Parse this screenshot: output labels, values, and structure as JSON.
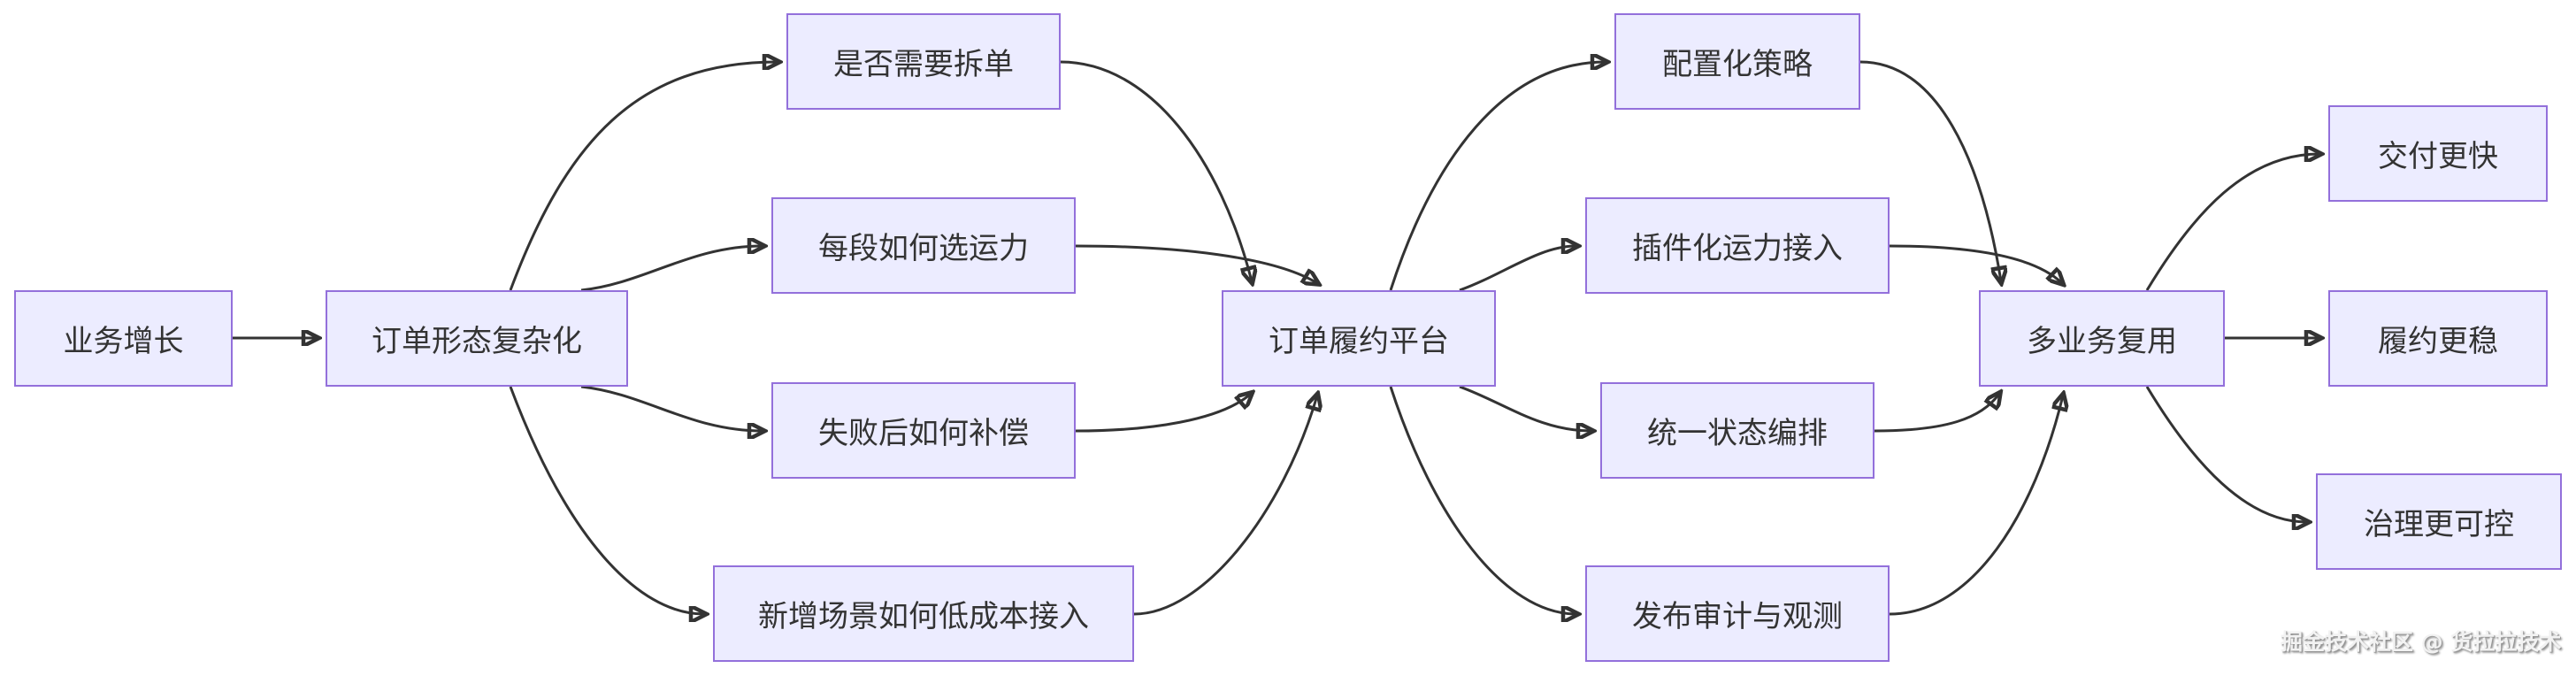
{
  "diagram": {
    "type": "flowchart-left-to-right",
    "nodes": [
      {
        "id": "growth",
        "label": "业务增长"
      },
      {
        "id": "complexity",
        "label": "订单形态复杂化"
      },
      {
        "id": "split",
        "label": "是否需要拆单"
      },
      {
        "id": "carrier",
        "label": "每段如何选运力"
      },
      {
        "id": "compensate",
        "label": "失败后如何补偿"
      },
      {
        "id": "new-scene",
        "label": "新增场景如何低成本接入"
      },
      {
        "id": "platform",
        "label": "订单履约平台"
      },
      {
        "id": "config",
        "label": "配置化策略"
      },
      {
        "id": "plugin",
        "label": "插件化运力接入"
      },
      {
        "id": "state",
        "label": "统一状态编排"
      },
      {
        "id": "audit",
        "label": "发布审计与观测"
      },
      {
        "id": "reuse",
        "label": "多业务复用"
      },
      {
        "id": "faster",
        "label": "交付更快"
      },
      {
        "id": "stabler",
        "label": "履约更稳"
      },
      {
        "id": "controllable",
        "label": "治理更可控"
      }
    ],
    "edges": [
      {
        "from": "growth",
        "to": "complexity"
      },
      {
        "from": "complexity",
        "to": "split"
      },
      {
        "from": "complexity",
        "to": "carrier"
      },
      {
        "from": "complexity",
        "to": "compensate"
      },
      {
        "from": "complexity",
        "to": "new-scene"
      },
      {
        "from": "split",
        "to": "platform"
      },
      {
        "from": "carrier",
        "to": "platform"
      },
      {
        "from": "compensate",
        "to": "platform"
      },
      {
        "from": "new-scene",
        "to": "platform"
      },
      {
        "from": "platform",
        "to": "config"
      },
      {
        "from": "platform",
        "to": "plugin"
      },
      {
        "from": "platform",
        "to": "state"
      },
      {
        "from": "platform",
        "to": "audit"
      },
      {
        "from": "config",
        "to": "reuse"
      },
      {
        "from": "plugin",
        "to": "reuse"
      },
      {
        "from": "state",
        "to": "reuse"
      },
      {
        "from": "audit",
        "to": "reuse"
      },
      {
        "from": "reuse",
        "to": "faster"
      },
      {
        "from": "reuse",
        "to": "stabler"
      },
      {
        "from": "reuse",
        "to": "controllable"
      }
    ]
  },
  "watermark": "掘金技术社区 @ 货拉拉技术",
  "colors": {
    "node_fill": "#ECECFF",
    "node_border": "#9370DB",
    "edge": "#333333",
    "text": "#333333",
    "background": "#FFFFFF"
  }
}
